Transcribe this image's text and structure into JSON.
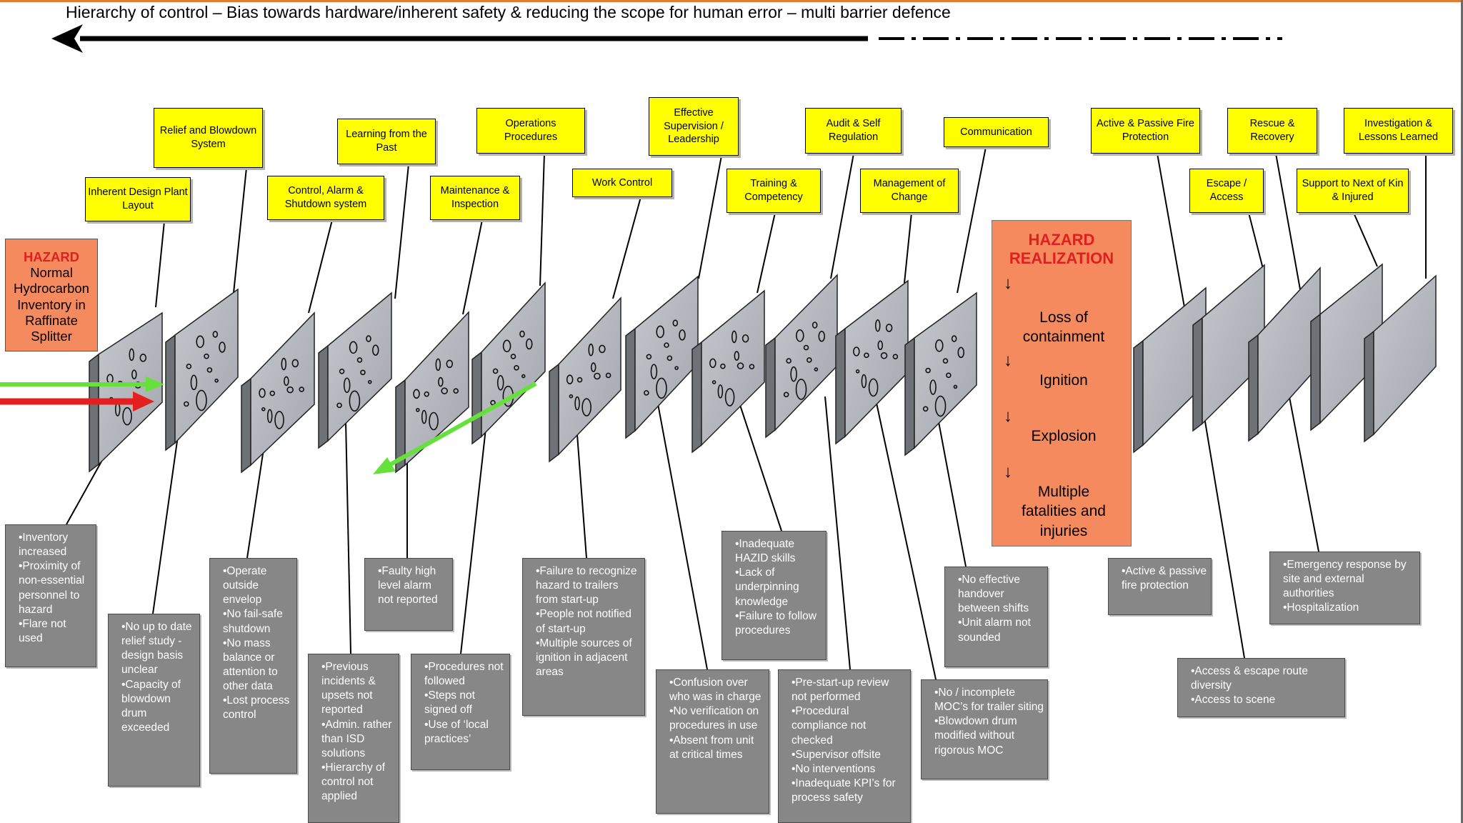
{
  "title": "Hierarchy of control – Bias towards hardware/inherent  safety & reducing the scope for human error – multi barrier defence",
  "hazard": {
    "heading": "HAZARD",
    "text": "Normal Hydrocarbon Inventory in Raffinate Splitter"
  },
  "realization": {
    "heading": "HAZARD REALIZATION",
    "stages": [
      "Loss of containment",
      "Ignition",
      "Explosion",
      "Multiple fatalities and injuries"
    ],
    "arrow_glyph": "🢓"
  },
  "barriers": [
    "Inherent Design Plant Layout",
    "Relief and Blowdown System",
    "Control, Alarm & Shutdown system",
    "Learning from the Past",
    "Maintenance & Inspection",
    "Operations Procedures",
    "Work Control",
    "Effective Supervision / Leadership",
    "Training & Competency",
    "Audit & Self Regulation",
    "Management of Change",
    "Communication",
    "Active & Passive Fire Protection",
    "Escape / Access",
    "Rescue & Recovery",
    "Support to Next of Kin & Injured",
    "Investigation & Lessons Learned"
  ],
  "failures": [
    [
      "Inventory increased",
      "Proximity of non-essential personnel to hazard",
      "Flare not used"
    ],
    [
      "No up to date relief study - design basis unclear",
      "Capacity of blowdown drum exceeded"
    ],
    [
      "Operate outside envelop",
      "No fail-safe shutdown",
      "No mass balance or attention to other data",
      "Lost process control"
    ],
    [
      "Previous incidents & upsets not reported",
      "Admin. rather than ISD solutions",
      "Hierarchy of control not applied"
    ],
    [
      "Faulty high level alarm not reported"
    ],
    [
      "Procedures not followed",
      "Steps not signed off",
      "Use of ‘local practices’"
    ],
    [
      "Failure to recognize hazard to trailers from start-up",
      "People not notified of start-up",
      "Multiple sources of ignition in adjacent areas"
    ],
    [
      "Confusion over who was in charge",
      "No verification on procedures in use",
      "Absent from unit at critical times"
    ],
    [
      "Inadequate HAZID skills",
      "Lack of underpinning knowledge",
      "Failure to follow procedures"
    ],
    [
      "Pre-start-up review not performed",
      "Procedural compliance not checked",
      "Supervisor offsite",
      "No interventions",
      "Inadequate KPI’s for process safety"
    ],
    [
      "No / incomplete MOC’s for trailer siting",
      "Blowdown drum modified without rigorous MOC"
    ],
    [
      "No effective handover between shifts",
      "Unit alarm not sounded"
    ],
    [
      "Active & passive fire protection"
    ],
    [
      "Access & escape route diversity",
      "Access to scene"
    ],
    [
      "Emergency response by site and external authorities",
      "Hospitalization"
    ]
  ],
  "colors": {
    "label_fill": "#ffff00",
    "hazard_fill": "#f58a5e",
    "hazard_heading": "#e02020",
    "failure_box": "#878787",
    "barrier_face": "#b9bcc2",
    "accident_path": "#e41f1f",
    "defence_path": "#66e03a"
  }
}
